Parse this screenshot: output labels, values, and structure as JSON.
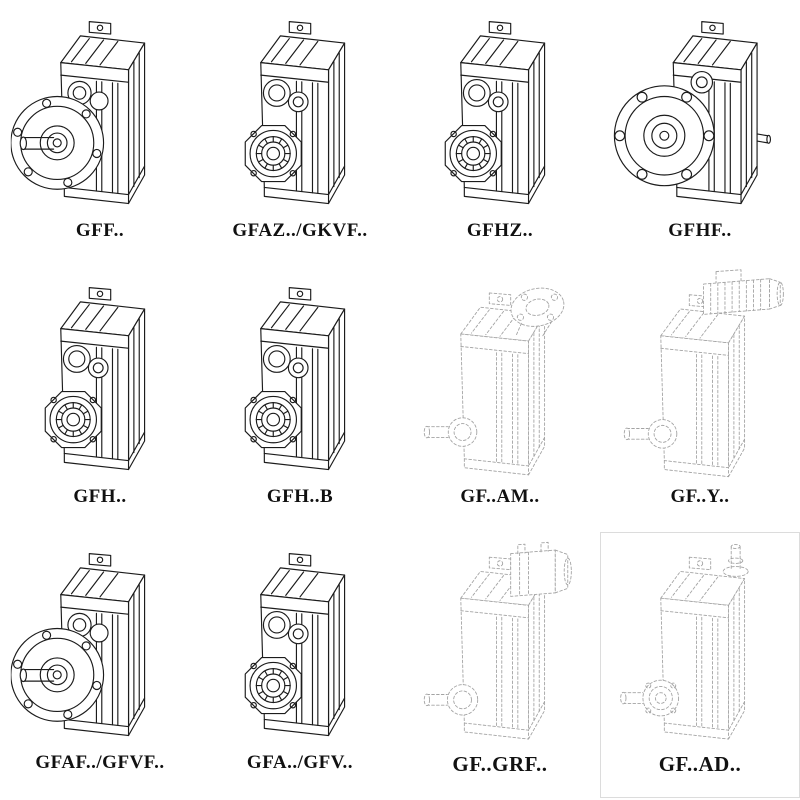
{
  "colors": {
    "ink": "#1c1c1c",
    "ghost": "#a3a3a3"
  },
  "catalog": {
    "items": [
      {
        "label": "GFF..",
        "drawing": "flange-mounted-gear-unit-with-solid-shaft",
        "style": "solid"
      },
      {
        "label": "GFAZ../GKVF..",
        "drawing": "shaft-mounted-gear-unit-hollow-shaft",
        "style": "solid"
      },
      {
        "label": "GFHZ..",
        "drawing": "shaft-mounted-gear-unit-hollow-shaft",
        "style": "solid"
      },
      {
        "label": "GFHF..",
        "drawing": "flange-mounted-gear-unit-front-view",
        "style": "solid"
      },
      {
        "label": "GFH..",
        "drawing": "foot-mounted-gear-unit-bearing-face",
        "style": "solid"
      },
      {
        "label": "GFH..B",
        "drawing": "foot-mounted-gear-unit-bearing-face",
        "style": "solid"
      },
      {
        "label": "GF..AM..",
        "drawing": "gear-unit-with-motor-adapter-flange",
        "style": "ghost"
      },
      {
        "label": "GF..Y..",
        "drawing": "gear-unit-with-mounted-motor",
        "style": "ghost"
      },
      {
        "label": "GFAF../GFVF..",
        "drawing": "flange-mounted-gear-unit-with-solid-shaft",
        "style": "solid"
      },
      {
        "label": "GFA../GFV..",
        "drawing": "shaft-mounted-gear-unit-hollow-shaft",
        "style": "solid"
      },
      {
        "label": "GF..GRF..",
        "drawing": "gear-unit-with-input-adapter-housing",
        "style": "ghost"
      },
      {
        "label": "GF..AD..",
        "drawing": "gear-unit-with-free-input-shaft",
        "style": "ghost"
      }
    ]
  }
}
